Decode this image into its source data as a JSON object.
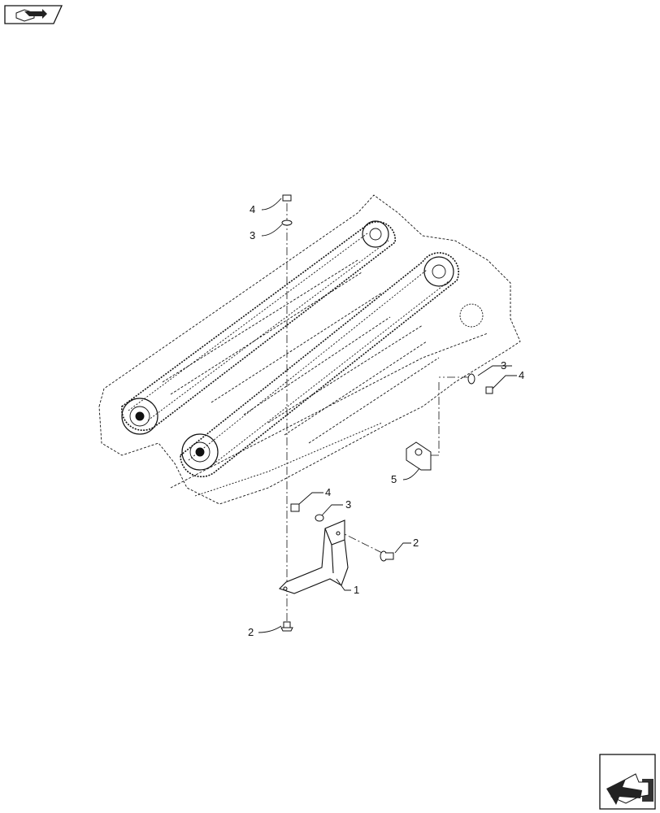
{
  "diagram": {
    "callouts": [
      {
        "id": "c-4-top",
        "label": "4"
      },
      {
        "id": "c-3-top",
        "label": "3"
      },
      {
        "id": "c-3-right",
        "label": "3"
      },
      {
        "id": "c-4-right",
        "label": "4"
      },
      {
        "id": "c-5",
        "label": "5"
      },
      {
        "id": "c-4-mid",
        "label": "4"
      },
      {
        "id": "c-3-mid",
        "label": "3"
      },
      {
        "id": "c-2-right",
        "label": "2"
      },
      {
        "id": "c-1",
        "label": "1"
      },
      {
        "id": "c-2-bottom",
        "label": "2"
      }
    ]
  },
  "icons": {
    "top_left": "page-tab-icon",
    "bottom_right": "next-page-arrow-icon"
  },
  "colors": {
    "line": "#111111",
    "background": "#ffffff"
  }
}
